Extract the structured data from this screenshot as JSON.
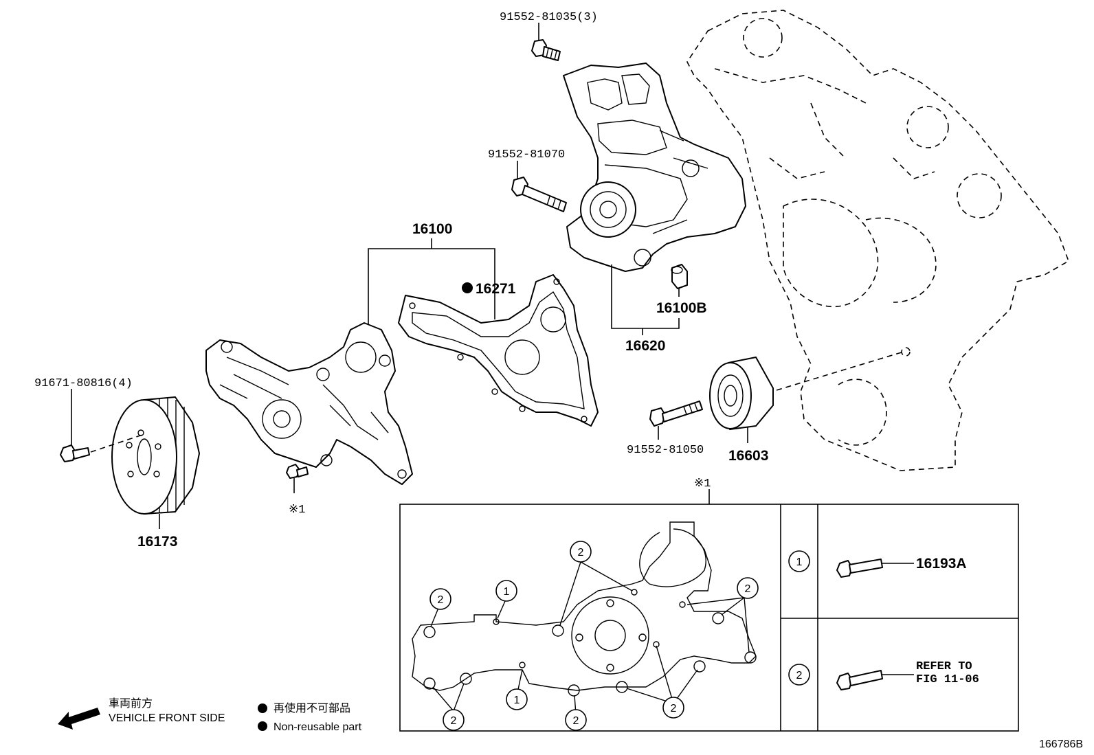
{
  "parts": {
    "bolt_81035": "91552-81035(3)",
    "bolt_81070": "91552-81070",
    "pump_assy": "16100",
    "gasket": "16271",
    "bushing": "16100B",
    "bracket": "16620",
    "idler_pulley": "16603",
    "bolt_81050": "91552-81050",
    "pulley_bolt": "91671-80816(4)",
    "pump_pulley": "16173",
    "asterisk_note": "※1",
    "inset_note": "※1"
  },
  "inset": {
    "row1_key": "1",
    "row1_part": "16193A",
    "row2_key": "2",
    "row2_ref_line1": "REFER TO",
    "row2_ref_line2": "FIG 11-06",
    "callout_1": "1",
    "callout_2": "2"
  },
  "legend": {
    "front_jp": "車両前方",
    "front_en": "VEHICLE FRONT SIDE",
    "nonreuse_jp": "再使用不可部品",
    "nonreuse_en": "Non-reusable part"
  },
  "figure_id": "166786B"
}
